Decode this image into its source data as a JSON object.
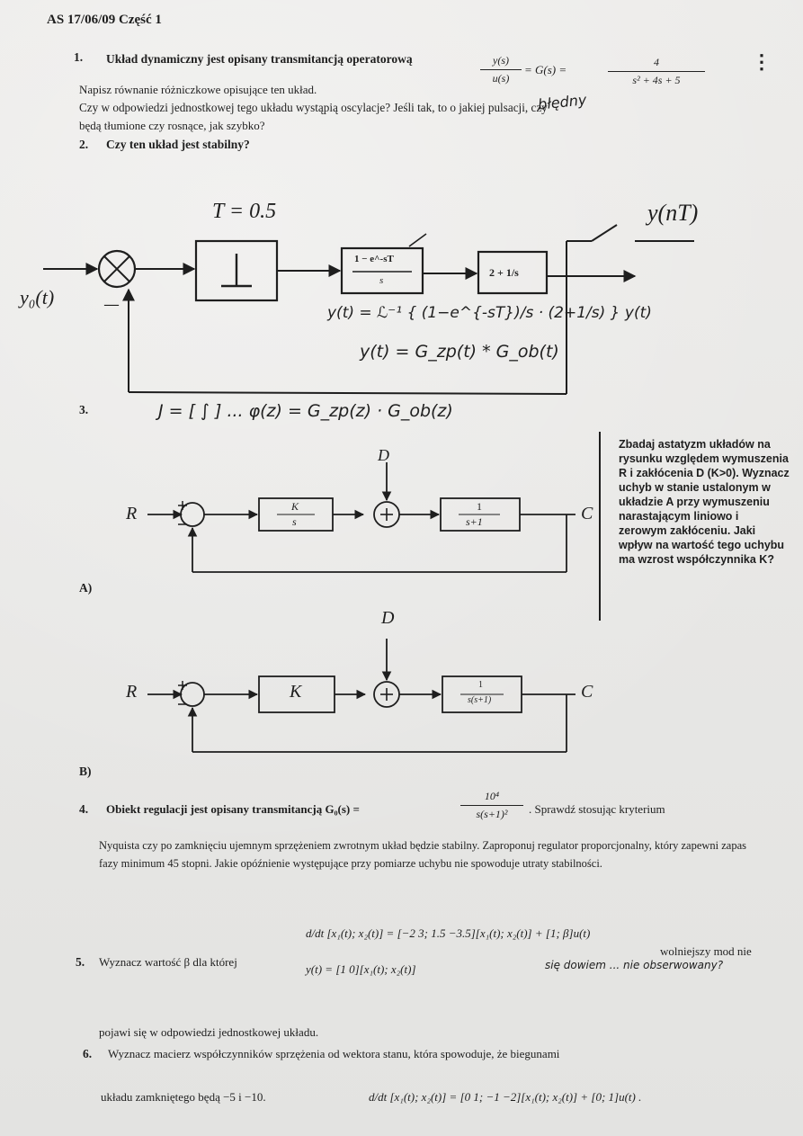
{
  "header": "AS 17/06/09 Część 1",
  "q1": {
    "num": "1.",
    "text": "Układ dynamiczny jest opisany transmitancją operatorową",
    "tf_lhs_num": "y(s)",
    "tf_lhs_den": "u(s)",
    "tf_mid": "= G(s) =",
    "tf_num": "4",
    "tf_den": "s² + 4s + 5",
    "line2": "Napisz równanie różniczkowe opisujące ten układ.",
    "line3": "Czy w odpowiedzi jednostkowej tego układu wystąpią oscylacje? Jeśli tak, to o jakiej pulsacji, czy",
    "line4": "będą tłumione czy rosnące, jak szybko?",
    "handwritten_note": "błędny"
  },
  "q2": {
    "num": "2.",
    "text": "Czy ten układ jest stabilny?"
  },
  "diagram1": {
    "T": "T = 0.5",
    "output": "y(nT)",
    "input": "y₀(t)",
    "minus": "—",
    "block1": "⊥",
    "block2_num": "1 − e^-sT",
    "block2_den": "s",
    "block3": "2 + 1/s",
    "hand1": "y(t) = ℒ⁻¹ { (1−e^{-sT})/s · (2+1/s) } y(t)",
    "hand2": "y(t) = G_zp(t) * G_ob(t)",
    "hand3": "J = [ ∫ ] ... φ(z) = G_zp(z) · G_ob(z)"
  },
  "q3": {
    "num": "3.",
    "A_label": "A)",
    "B_label": "B)",
    "R": "R",
    "C": "C",
    "D": "D",
    "blockA1_num": "K",
    "blockA1_den": "s",
    "blockA2_num": "1",
    "blockA2_den": "s+1",
    "blockB1": "K",
    "blockB2_num": "1",
    "blockB2_den": "s(s+1)",
    "side_text": "Zbadaj astatyzm układów na rysunku względem wymuszenia R i zakłócenia D (K>0). Wyznacz uchyb w stanie ustalonym w układzie A przy wymuszeniu narastającym liniowo i zerowym zakłóceniu. Jaki wpływ na wartość tego uchybu ma wzrost współczynnika K?"
  },
  "q4": {
    "num": "4.",
    "text": "Obiekt regulacji jest opisany transmitancją G₀(s) =",
    "tf_num": "10⁴",
    "tf_den": "s(s+1)²",
    "text_end": ". Sprawdź stosując kryterium",
    "para": "Nyquista czy po zamknięciu ujemnym sprzężeniem zwrotnym układ będzie stabilny. Zaproponuj regulator proporcjonalny, który zapewni zapas fazy minimum 45 stopni. Jakie opóźnienie występujące przy pomiarze uchybu nie spowoduje utraty stabilności."
  },
  "q5": {
    "num": "5.",
    "text": "Wyznacz wartość β dla której",
    "eq1": "d/dt [x₁(t); x₂(t)] = [−2 3; 1.5 −3.5][x₁(t); x₂(t)] + [1; β]u(t)",
    "eq2": "y(t) = [1 0][x₁(t); x₂(t)]",
    "right": "wolniejszy mod nie",
    "hand_note": "się dowiem ... nie obserwowany?",
    "line2": "pojawi się w odpowiedzi jednostkowej układu."
  },
  "q6": {
    "num": "6.",
    "text": "Wyznacz macierz współczynników sprzężenia od wektora stanu, która spowoduje, że biegunami",
    "text2": "układu zamkniętego będą −5 i −10.",
    "eq": "d/dt [x₁(t); x₂(t)] = [0 1; −1 −2][x₁(t); x₂(t)] + [0; 1]u(t) ."
  },
  "margin_mark": "⋮"
}
